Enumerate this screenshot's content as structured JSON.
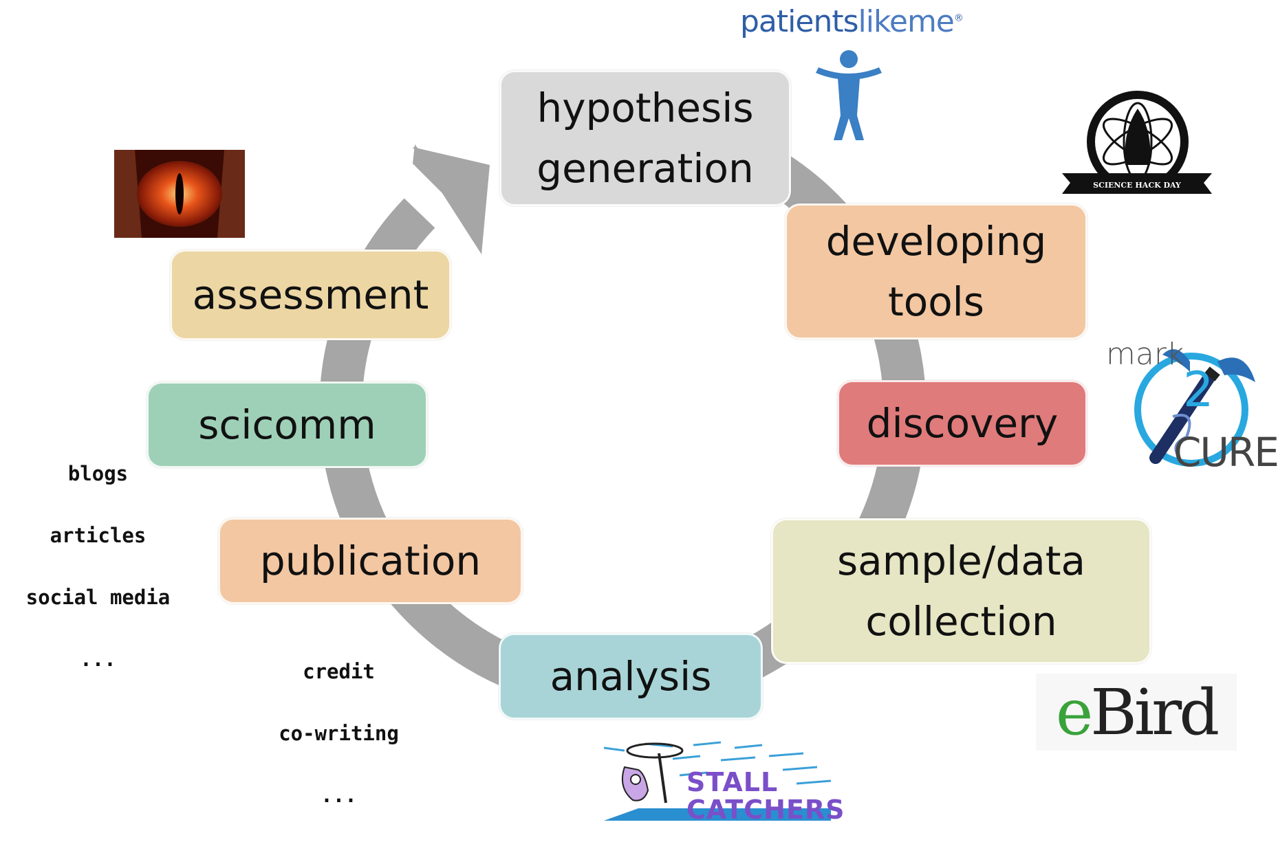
{
  "stages": {
    "hypothesis": "hypothesis\ngeneration",
    "tools": "developing\ntools",
    "discovery": "discovery",
    "collection": "sample/data\ncollection",
    "analysis": "analysis",
    "publication": "publication",
    "scicomm": "scicomm",
    "assessment": "assessment"
  },
  "notes": {
    "scicomm_items": [
      "blogs",
      "articles",
      "social media",
      "..."
    ],
    "publication_items": [
      "credit",
      "co-writing",
      "..."
    ]
  },
  "logos": {
    "patientslikeme": {
      "text_a": "patients",
      "text_b": "likeme",
      "mark": "®"
    },
    "science_hack_day": {
      "text": "SCIENCE HACK DAY"
    },
    "mark2cure": {
      "text_a": "mark",
      "text_b": "2",
      "text_c": "CURE"
    },
    "ebird": {
      "text_a": "e",
      "text_b": "Bird"
    },
    "stall_catchers": {
      "line1": "STALL",
      "line2": "CATCHERS"
    }
  },
  "colors": {
    "arrow": "#a6a6a6",
    "hypothesis": "#d9d9d9",
    "tools": "#f2c7a2",
    "discovery": "#e07b7b",
    "collection": "#e6e5c4",
    "analysis": "#a8d4d7",
    "publication": "#f2c7a2",
    "scicomm": "#9ed0b7",
    "assessment": "#ecd6a4"
  }
}
